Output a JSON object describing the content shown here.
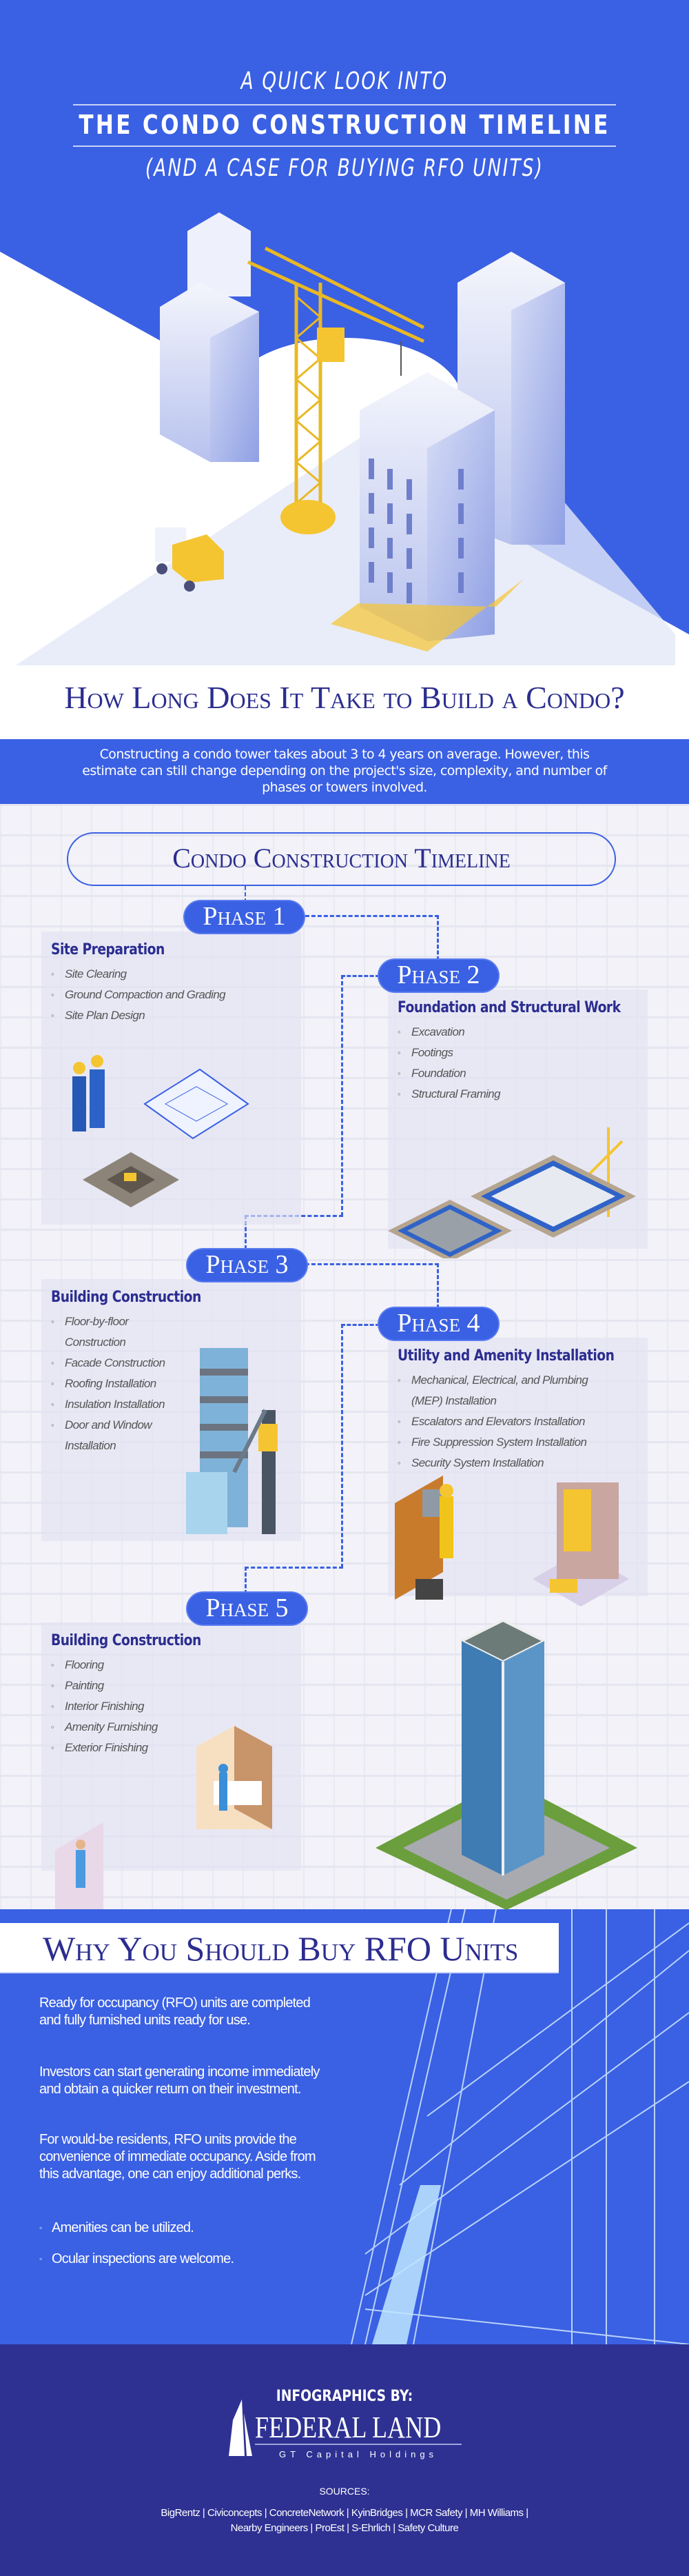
{
  "header": {
    "kicker": "A QUICK LOOK INTO",
    "title": "THE CONDO CONSTRUCTION TIMELINE",
    "subtitle": "(AND A CASE FOR BUYING RFO UNITS)"
  },
  "intro": {
    "heading": "How Long Does It Take to Build a Condo?",
    "text": "Constructing a condo tower takes about 3 to 4 years on average. However, this estimate can still change depending on the project's size, complexity, and number of phases or towers involved."
  },
  "timeline": {
    "title": "Condo Construction Timeline",
    "phases": [
      {
        "label": "Phase 1",
        "heading": "Site Preparation",
        "items": [
          "Site Clearing",
          "Ground Compaction and Grading",
          "Site Plan Design"
        ]
      },
      {
        "label": "Phase 2",
        "heading": "Foundation and Structural Work",
        "items": [
          "Excavation",
          "Footings",
          "Foundation",
          "Structural Framing"
        ]
      },
      {
        "label": "Phase 3",
        "heading": "Building Construction",
        "items": [
          "Floor-by-floor Construction",
          "Facade Construction",
          "Roofing Installation",
          "Insulation Installation",
          "Door and Window Installation"
        ]
      },
      {
        "label": "Phase 4",
        "heading": "Utility and Amenity Installation",
        "items": [
          "Mechanical, Electrical, and Plumbing (MEP) Installation",
          "Escalators and Elevators Installation",
          "Fire Suppression System Installation",
          "Security System Installation"
        ]
      },
      {
        "label": "Phase 5",
        "heading": "Building Construction",
        "items": [
          "Flooring",
          "Painting",
          "Interior Finishing",
          "Amenity Furnishing",
          "Exterior Finishing"
        ]
      }
    ]
  },
  "rfo": {
    "title": "Why You Should Buy RFO Units",
    "paragraphs": [
      "Ready for occupancy (RFO) units are completed and fully furnished units ready for use.",
      "Investors can start generating income immediately and obtain a quicker return on their investment.",
      "For would-be residents, RFO units provide the convenience of immediate occupancy. Aside from this advantage, one can enjoy additional perks."
    ],
    "bullets": [
      "Amenities can be utilized.",
      "Ocular inspections are welcome."
    ]
  },
  "footer": {
    "by": "INFOGRAPHICS BY:",
    "logo": "FEDERAL LAND",
    "logo_sub": "GT Capital Holdings",
    "sources_label": "SOURCES:",
    "sources_line1": "BigRentz | Civiconcepts | ConcreteNetwork | KyinBridges | MCR Safety | MH Williams |",
    "sources_line2": "Nearby Engineers | ProEst | S-Ehrlich | Safety Culture"
  },
  "colors": {
    "primary": "#3a60e3",
    "navy": "#2b2d8f",
    "footer": "#2e3192",
    "accent": "#f5c531"
  }
}
